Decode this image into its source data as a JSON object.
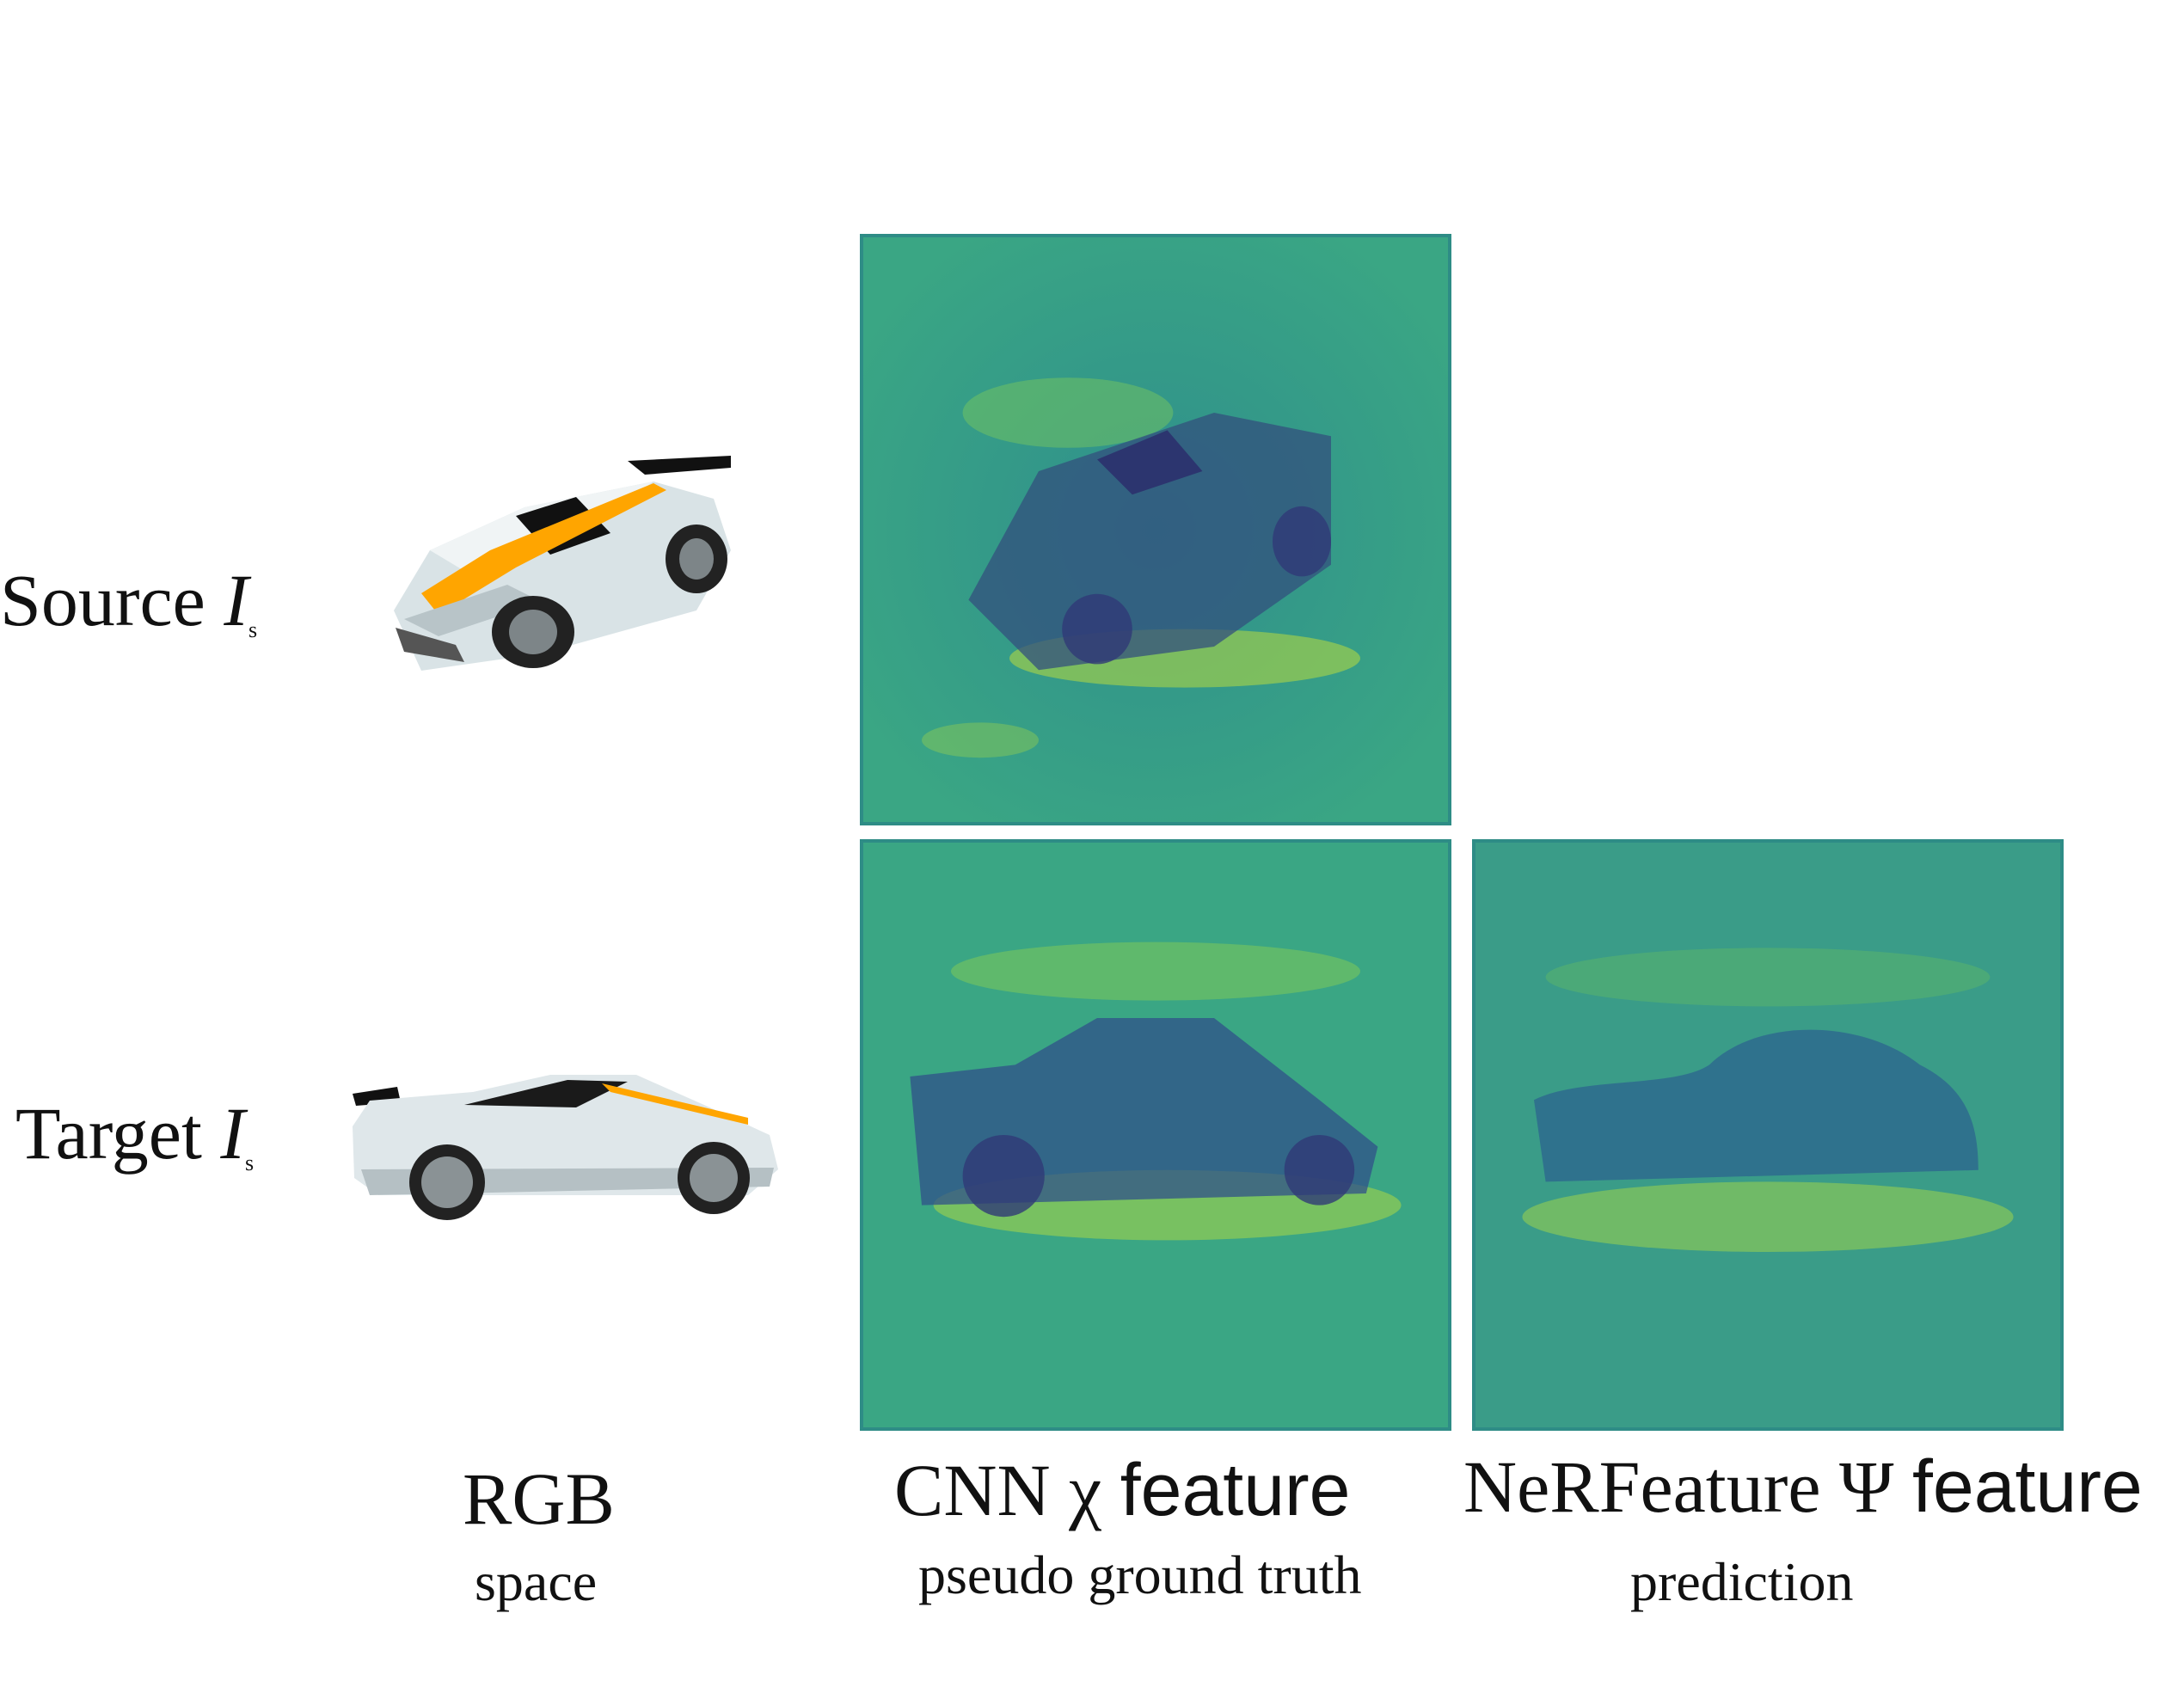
{
  "rows": [
    {
      "label": "Source",
      "var": "I",
      "sub": "s",
      "thumb_icon": "car-three-quarter-icon"
    },
    {
      "label": "Target",
      "var": "I",
      "sub": "s",
      "thumb_icon": "car-side-icon"
    }
  ],
  "columns": [
    {
      "title": "RGB",
      "subtitle": "space"
    },
    {
      "title_a": "CNN χ",
      "title_b": "feature",
      "subtitle": "pseudo ground truth"
    },
    {
      "title_a": "NeRFeature Ψ",
      "title_b": "feature",
      "subtitle": "prediction"
    }
  ],
  "colors": {
    "accent": "#ffa500",
    "feature_map_bg": "#3aa684",
    "feature_map_dark": "#39357a",
    "feature_map_bright": "#c6e03a"
  }
}
